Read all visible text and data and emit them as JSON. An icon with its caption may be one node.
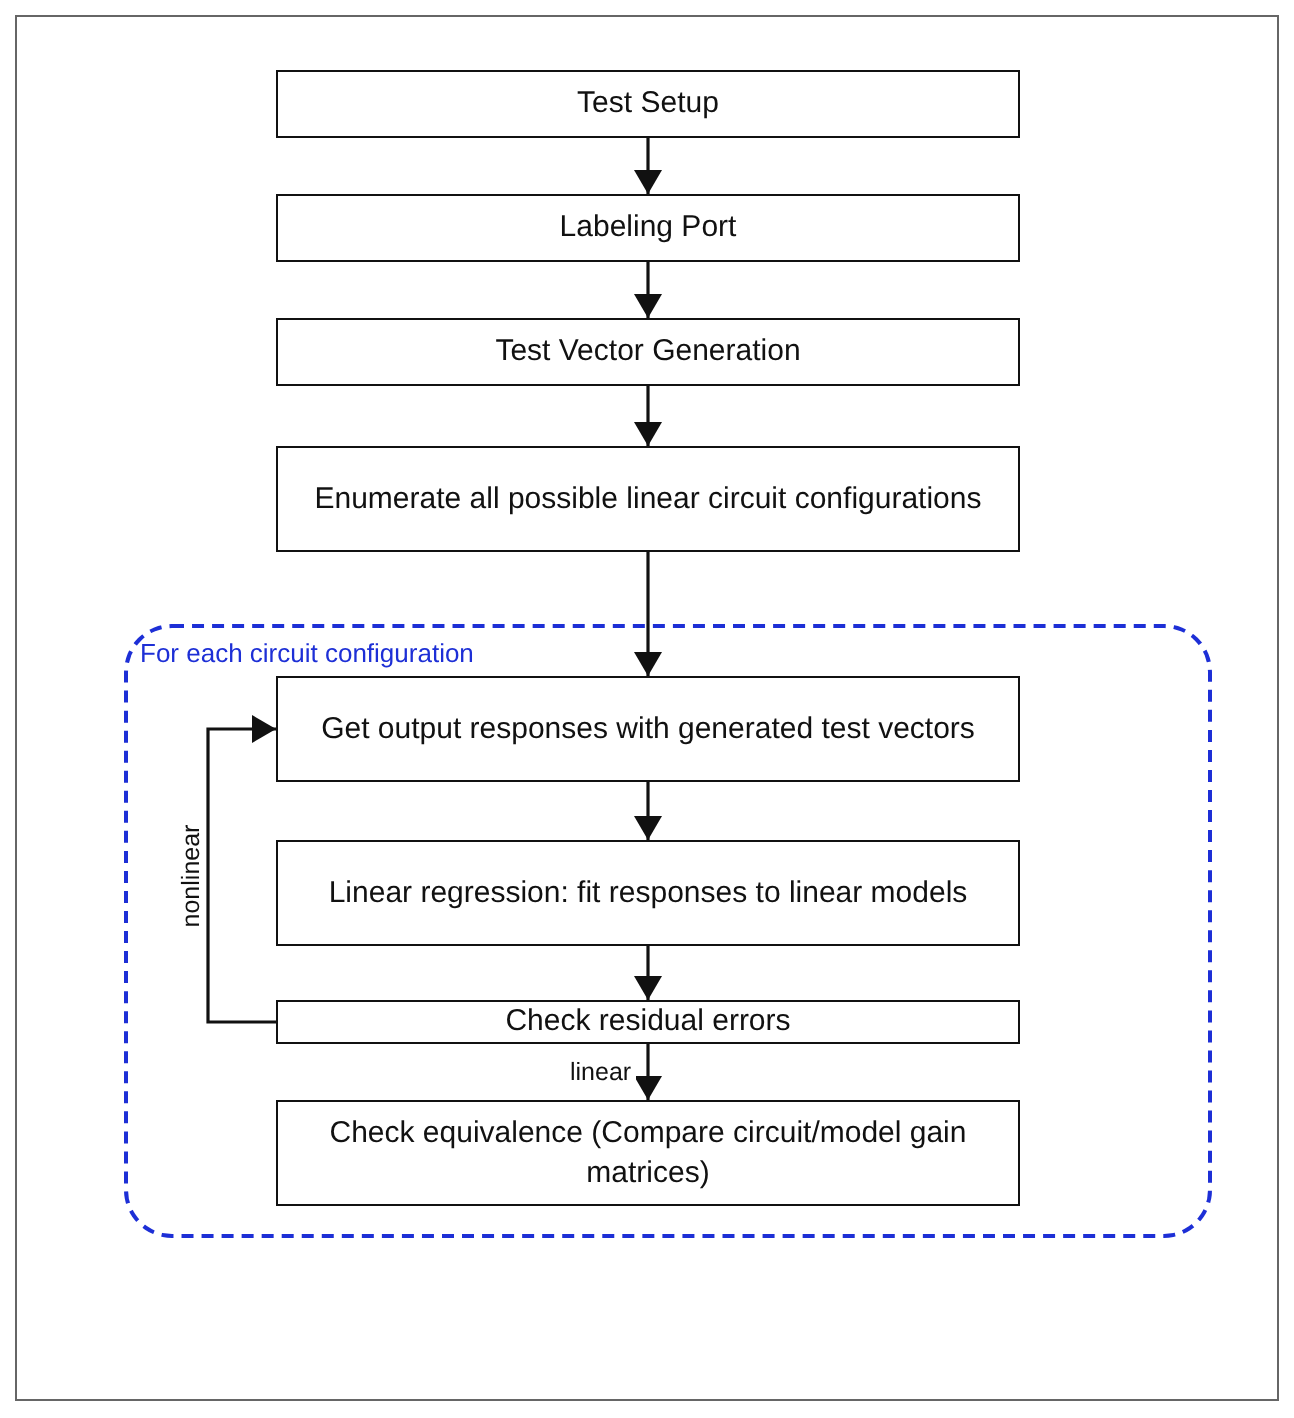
{
  "diagram": {
    "nodes": [
      {
        "text": [
          "Test Setup"
        ]
      },
      {
        "text": [
          "Labeling Port"
        ]
      },
      {
        "text": [
          "Test Vector Generation"
        ]
      },
      {
        "text": [
          "Enumerate all possible linear circuit configurations"
        ]
      },
      {
        "text": [
          "For each circuit configuration"
        ]
      },
      {
        "text": [
          "Get output responses with generated test vectors"
        ],
        "in": 4
      },
      {
        "text": [
          "Linear regression: fit responses to linear models"
        ],
        "in": 4
      },
      {
        "text": [
          "Check residual errors"
        ],
        "in": 4
      },
      {
        "text": [
          "Check equivalence (Compare circuit/model gain matrices)"
        ],
        "in": 4
      }
    ],
    "edges": [
      {
        "from": 0,
        "to": 1,
        "arrow": "to"
      },
      {
        "from": 1,
        "to": 2,
        "arrow": "to"
      },
      {
        "from": 2,
        "to": 3,
        "arrow": "to"
      },
      {
        "from": 3,
        "to": 5,
        "arrow": "to"
      },
      {
        "from": 5,
        "to": 6,
        "arrow": "to"
      },
      {
        "from": 6,
        "to": 7,
        "arrow": "to"
      },
      {
        "from": 7,
        "to": 8,
        "arrow": "to",
        "label": "linear"
      },
      {
        "from": 7,
        "to": 5,
        "arrow": "to",
        "label": "nonlinear"
      }
    ]
  }
}
